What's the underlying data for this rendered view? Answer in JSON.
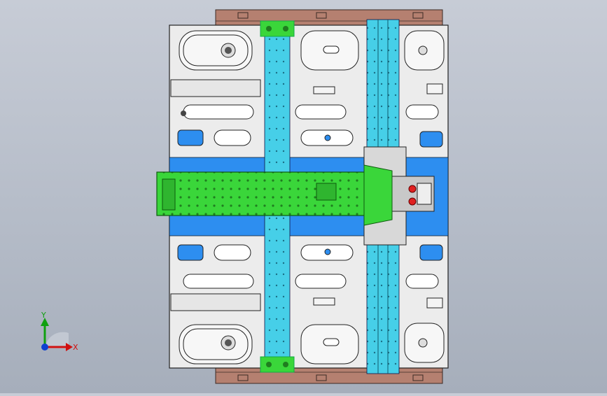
{
  "view": {
    "type": "cad-graphics-viewport",
    "model": "die-mold-assembly-top-view",
    "background_top": "#c7ccd6",
    "background_bottom": "#a6aebb"
  },
  "colors": {
    "die_plate": "#ececec",
    "die_edge": "#2a2a2a",
    "end_rails": "#b07060",
    "cyan_rails": "#3fc9e6",
    "blue_band": "#2d8ef0",
    "green_part": "#3ad63a",
    "red_marker": "#e02020"
  },
  "triad": {
    "x_label": "X",
    "y_label": "Y",
    "x_color": "#d01010",
    "y_color": "#10a010",
    "z_color": "#1040d0"
  }
}
